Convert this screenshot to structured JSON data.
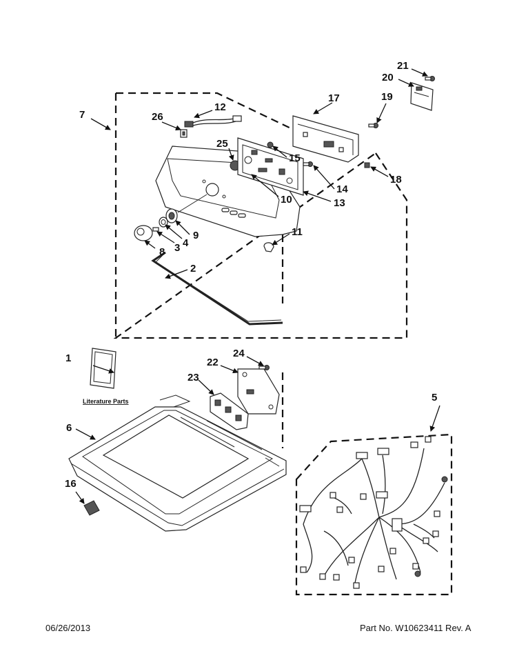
{
  "diagram": {
    "callouts": [
      "1",
      "2",
      "3",
      "4",
      "5",
      "6",
      "7",
      "8",
      "9",
      "10",
      "11",
      "12",
      "13",
      "14",
      "15",
      "16",
      "17",
      "18",
      "19",
      "20",
      "21",
      "22",
      "23",
      "24",
      "25",
      "26"
    ],
    "literature_label": "Literature Parts"
  },
  "footer": {
    "date": "06/26/2013",
    "part_no": "Part No. W10623411  Rev. A"
  }
}
